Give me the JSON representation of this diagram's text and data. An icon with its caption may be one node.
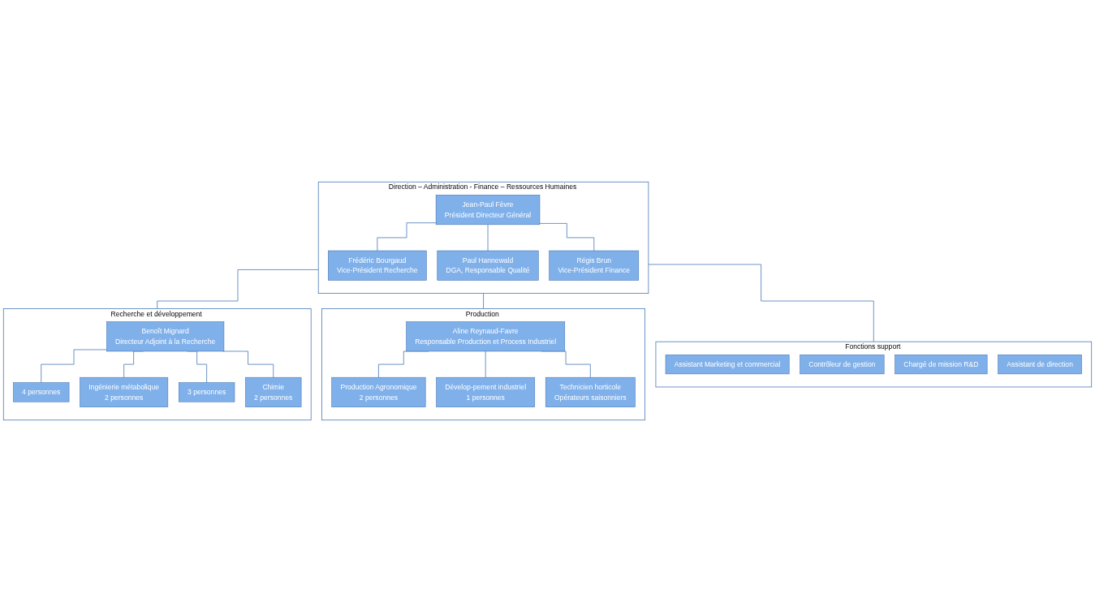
{
  "diagram": {
    "nodes": [
      {
        "text": [
          "Direction – Administration - Finance – Ressources Humaines"
        ]
      },
      {
        "text": [
          "Jean-Paul Fèvre",
          "Président Directeur Général"
        ],
        "in": 0
      },
      {
        "text": [
          "Frédéric Bourgaud",
          "Vice-Président Recherche"
        ],
        "in": 0
      },
      {
        "text": [
          "Paul Hannewald",
          "DGA, Responsable Qualité"
        ],
        "in": 0
      },
      {
        "text": [
          "Régis Brun",
          "Vice-Président Finance"
        ],
        "in": 0
      },
      {
        "text": [
          "Recherche et développement"
        ]
      },
      {
        "text": [
          "Benoît Mignard",
          "Directeur Adjoint à la Recherche"
        ],
        "in": 5
      },
      {
        "text": [
          "4 personnes"
        ],
        "in": 5
      },
      {
        "text": [
          "Ingénierie métabolique",
          "2 personnes"
        ],
        "in": 5
      },
      {
        "text": [
          "3 personnes"
        ],
        "in": 5
      },
      {
        "text": [
          "Chimie",
          "2 personnes"
        ],
        "in": 5
      },
      {
        "text": [
          "Production"
        ]
      },
      {
        "text": [
          "Aline Reynaud-Favre",
          "Responsable Production et Process Industriel"
        ],
        "in": 11
      },
      {
        "text": [
          "Production Agronomique",
          "2 personnes"
        ],
        "in": 11
      },
      {
        "text": [
          "Dévelop-pement industriel",
          "1 personnes"
        ],
        "in": 11
      },
      {
        "text": [
          "Technicien horticole",
          "Opérateurs saisonniers"
        ],
        "in": 11
      },
      {
        "text": [
          "Fonctions support"
        ]
      },
      {
        "text": [
          "Assistant Marketing et commercial"
        ],
        "in": 16
      },
      {
        "text": [
          "Contrôleur de gestion"
        ],
        "in": 16
      },
      {
        "text": [
          "Chargé de mission R&D"
        ],
        "in": 16
      },
      {
        "text": [
          "Assistant de direction"
        ],
        "in": 16
      }
    ],
    "edges": [
      {
        "from": 1,
        "to": 2,
        "arrow": "none"
      },
      {
        "from": 1,
        "to": 3,
        "arrow": "none"
      },
      {
        "from": 1,
        "to": 4,
        "arrow": "none"
      },
      {
        "from": 0,
        "to": 5,
        "arrow": "none"
      },
      {
        "from": 0,
        "to": 11,
        "arrow": "none"
      },
      {
        "from": 0,
        "to": 16,
        "arrow": "none"
      },
      {
        "from": 6,
        "to": 7,
        "arrow": "none"
      },
      {
        "from": 6,
        "to": 8,
        "arrow": "none"
      },
      {
        "from": 6,
        "to": 9,
        "arrow": "none"
      },
      {
        "from": 6,
        "to": 10,
        "arrow": "none"
      },
      {
        "from": 12,
        "to": 13,
        "arrow": "none"
      },
      {
        "from": 12,
        "to": 14,
        "arrow": "none"
      },
      {
        "from": 12,
        "to": 15,
        "arrow": "none"
      }
    ]
  }
}
